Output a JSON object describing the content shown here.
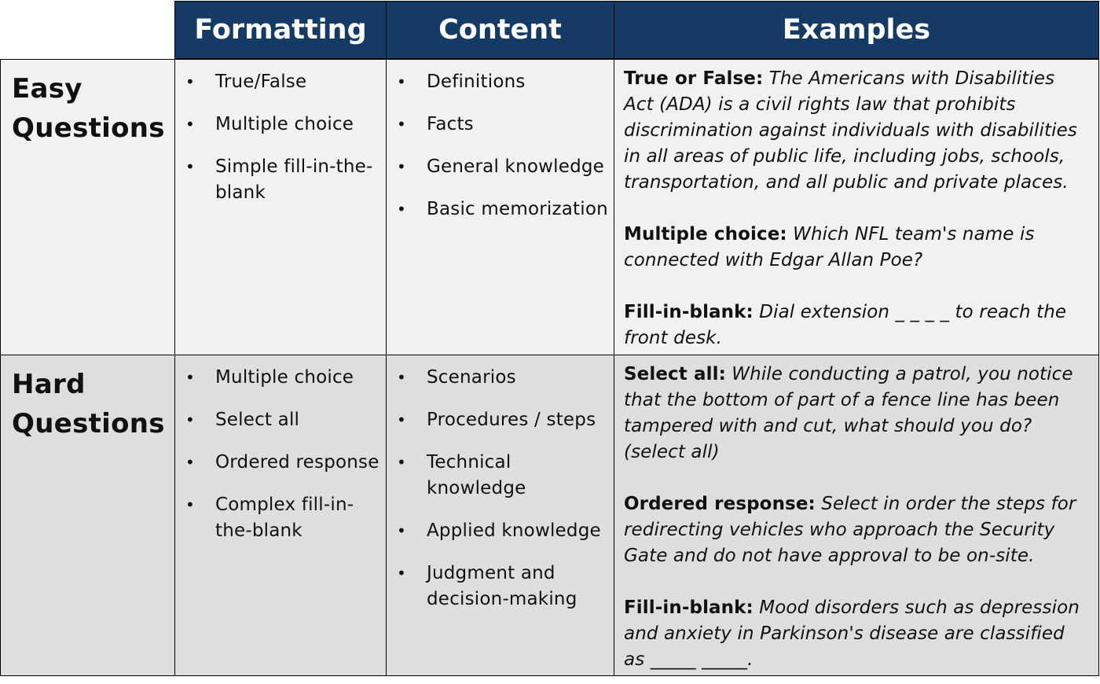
{
  "headers": {
    "formatting": "Formatting",
    "content": "Content",
    "examples": "Examples"
  },
  "rows": {
    "easy": {
      "label_line1": "Easy",
      "label_line2": "Questions",
      "formatting": [
        "True/False",
        "Multiple choice",
        "Simple fill-in-the-blank"
      ],
      "content": [
        "Definitions",
        "Facts",
        "General knowledge",
        "Basic memorization"
      ],
      "examples": [
        {
          "label": "True or False:",
          "text": "The Americans with Disabilities Act (ADA) is a civil rights law that prohibits discrimination against individuals with disabilities in all areas of public life, including jobs, schools, transportation, and all public and private places."
        },
        {
          "label": "Multiple choice:",
          "text": "Which NFL team's name is connected with Edgar Allan Poe?"
        },
        {
          "label": "Fill-in-blank:",
          "text": "Dial extension _ _ _ _ to reach the front desk."
        }
      ]
    },
    "hard": {
      "label_line1": "Hard",
      "label_line2": "Questions",
      "formatting": [
        "Multiple choice",
        "Select all",
        "Ordered response",
        "Complex fill-in-the-blank"
      ],
      "content": [
        "Scenarios",
        "Procedures / steps",
        "Technical knowledge",
        "Applied knowledge",
        "Judgment and decision-making"
      ],
      "examples": [
        {
          "label": "Select all:",
          "text": "While conducting a patrol, you notice that the bottom of part of a fence line has been tampered with and cut, what should you do? (select all)"
        },
        {
          "label": "Ordered response:",
          "text": "Select in order the steps for redirecting vehicles who approach the Security Gate and do not have approval to be on-site."
        },
        {
          "label": "Fill-in-blank:",
          "text": "Mood disorders such as depression and anxiety in Parkinson's disease are classified as _____ _____."
        }
      ]
    }
  }
}
